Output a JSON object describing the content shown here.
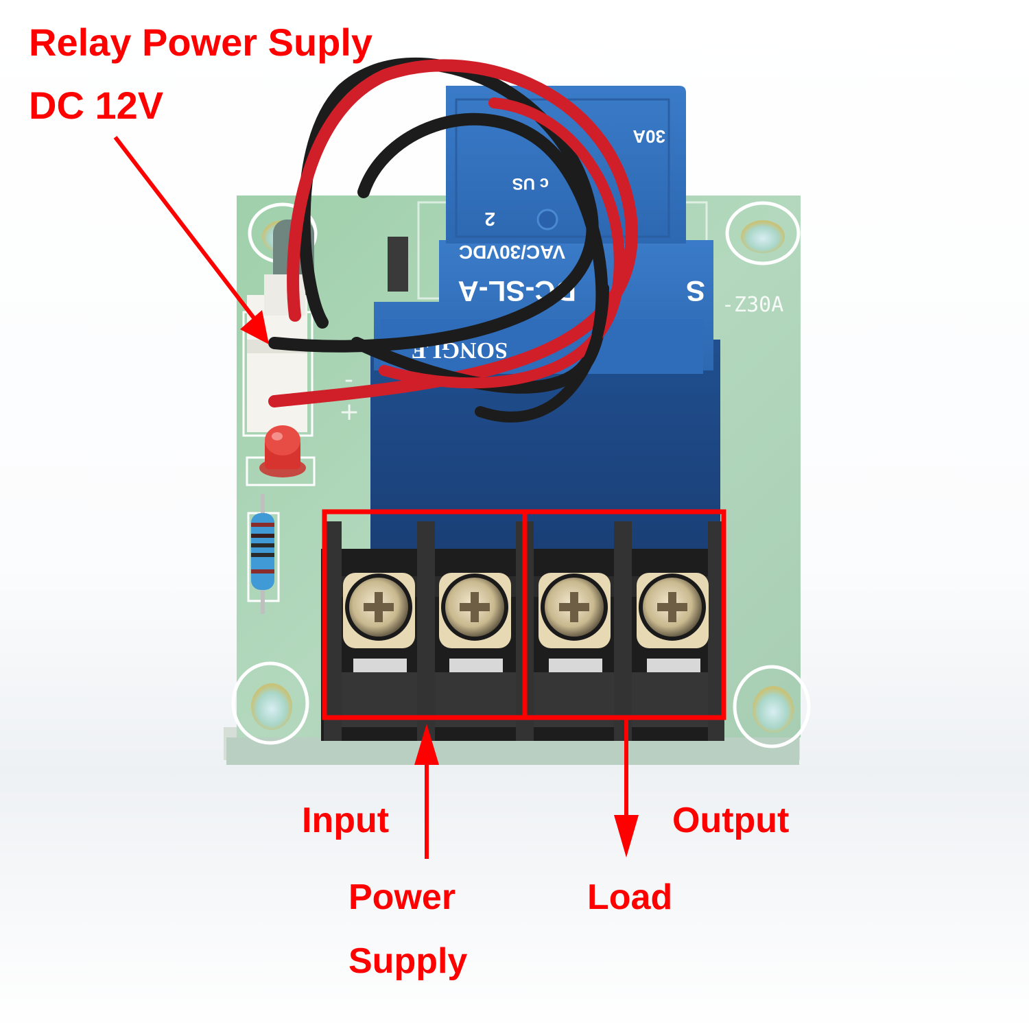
{
  "annotations": {
    "relay_power_line1": "Relay Power Suply",
    "relay_power_line2": "DC 12V",
    "input": "Input",
    "output": "Output",
    "power_supply_line1": "Power",
    "power_supply_line2": "Supply",
    "load": "Load"
  },
  "board": {
    "model_silkscreen": "-Z30A",
    "relay_markings": {
      "model": "DC-SL-A",
      "brand": "SONGLE",
      "rating_line": "VAC/30VDC",
      "current": "30A",
      "cert": "c US",
      "prefix": "S",
      "pin_number": "2"
    },
    "polarity_marks": [
      "-",
      "+"
    ],
    "terminals": 4
  },
  "colors": {
    "annotation_red": "#ff0000",
    "pcb_green": "#a9d3b4",
    "relay_blue": "#2f6db8",
    "wire_red": "#d11f2a",
    "wire_black": "#1c1c1c"
  }
}
